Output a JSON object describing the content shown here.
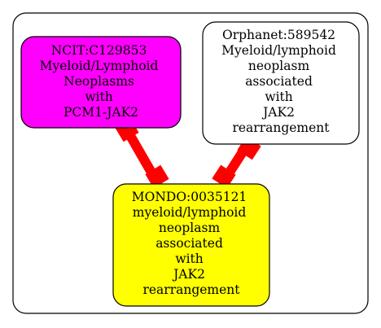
{
  "colors": {
    "background": "#ffffff",
    "cluster_border": "#000000",
    "edge": "#ff0000",
    "ncit_fill": "#ff00ff",
    "orphanet_fill": "#ffffff",
    "mondo_fill": "#ffff00"
  },
  "nodes": {
    "ncit": {
      "lines": [
        "NCIT:C129853",
        "Myeloid/Lymphoid",
        "Neoplasms",
        "with",
        "PCM1-JAK2"
      ]
    },
    "orphanet": {
      "lines": [
        "Orphanet:589542",
        "Myeloid/lymphoid",
        "neoplasm",
        "associated",
        "with",
        "JAK2",
        "rearrangement"
      ]
    },
    "mondo": {
      "lines": [
        "MONDO:0035121",
        "myeloid/lymphoid",
        "neoplasm",
        "associated",
        "with",
        "JAK2",
        "rearrangement"
      ]
    }
  },
  "edges": [
    {
      "from": "ncit",
      "to": "mondo"
    },
    {
      "from": "orphanet",
      "to": "mondo"
    }
  ]
}
